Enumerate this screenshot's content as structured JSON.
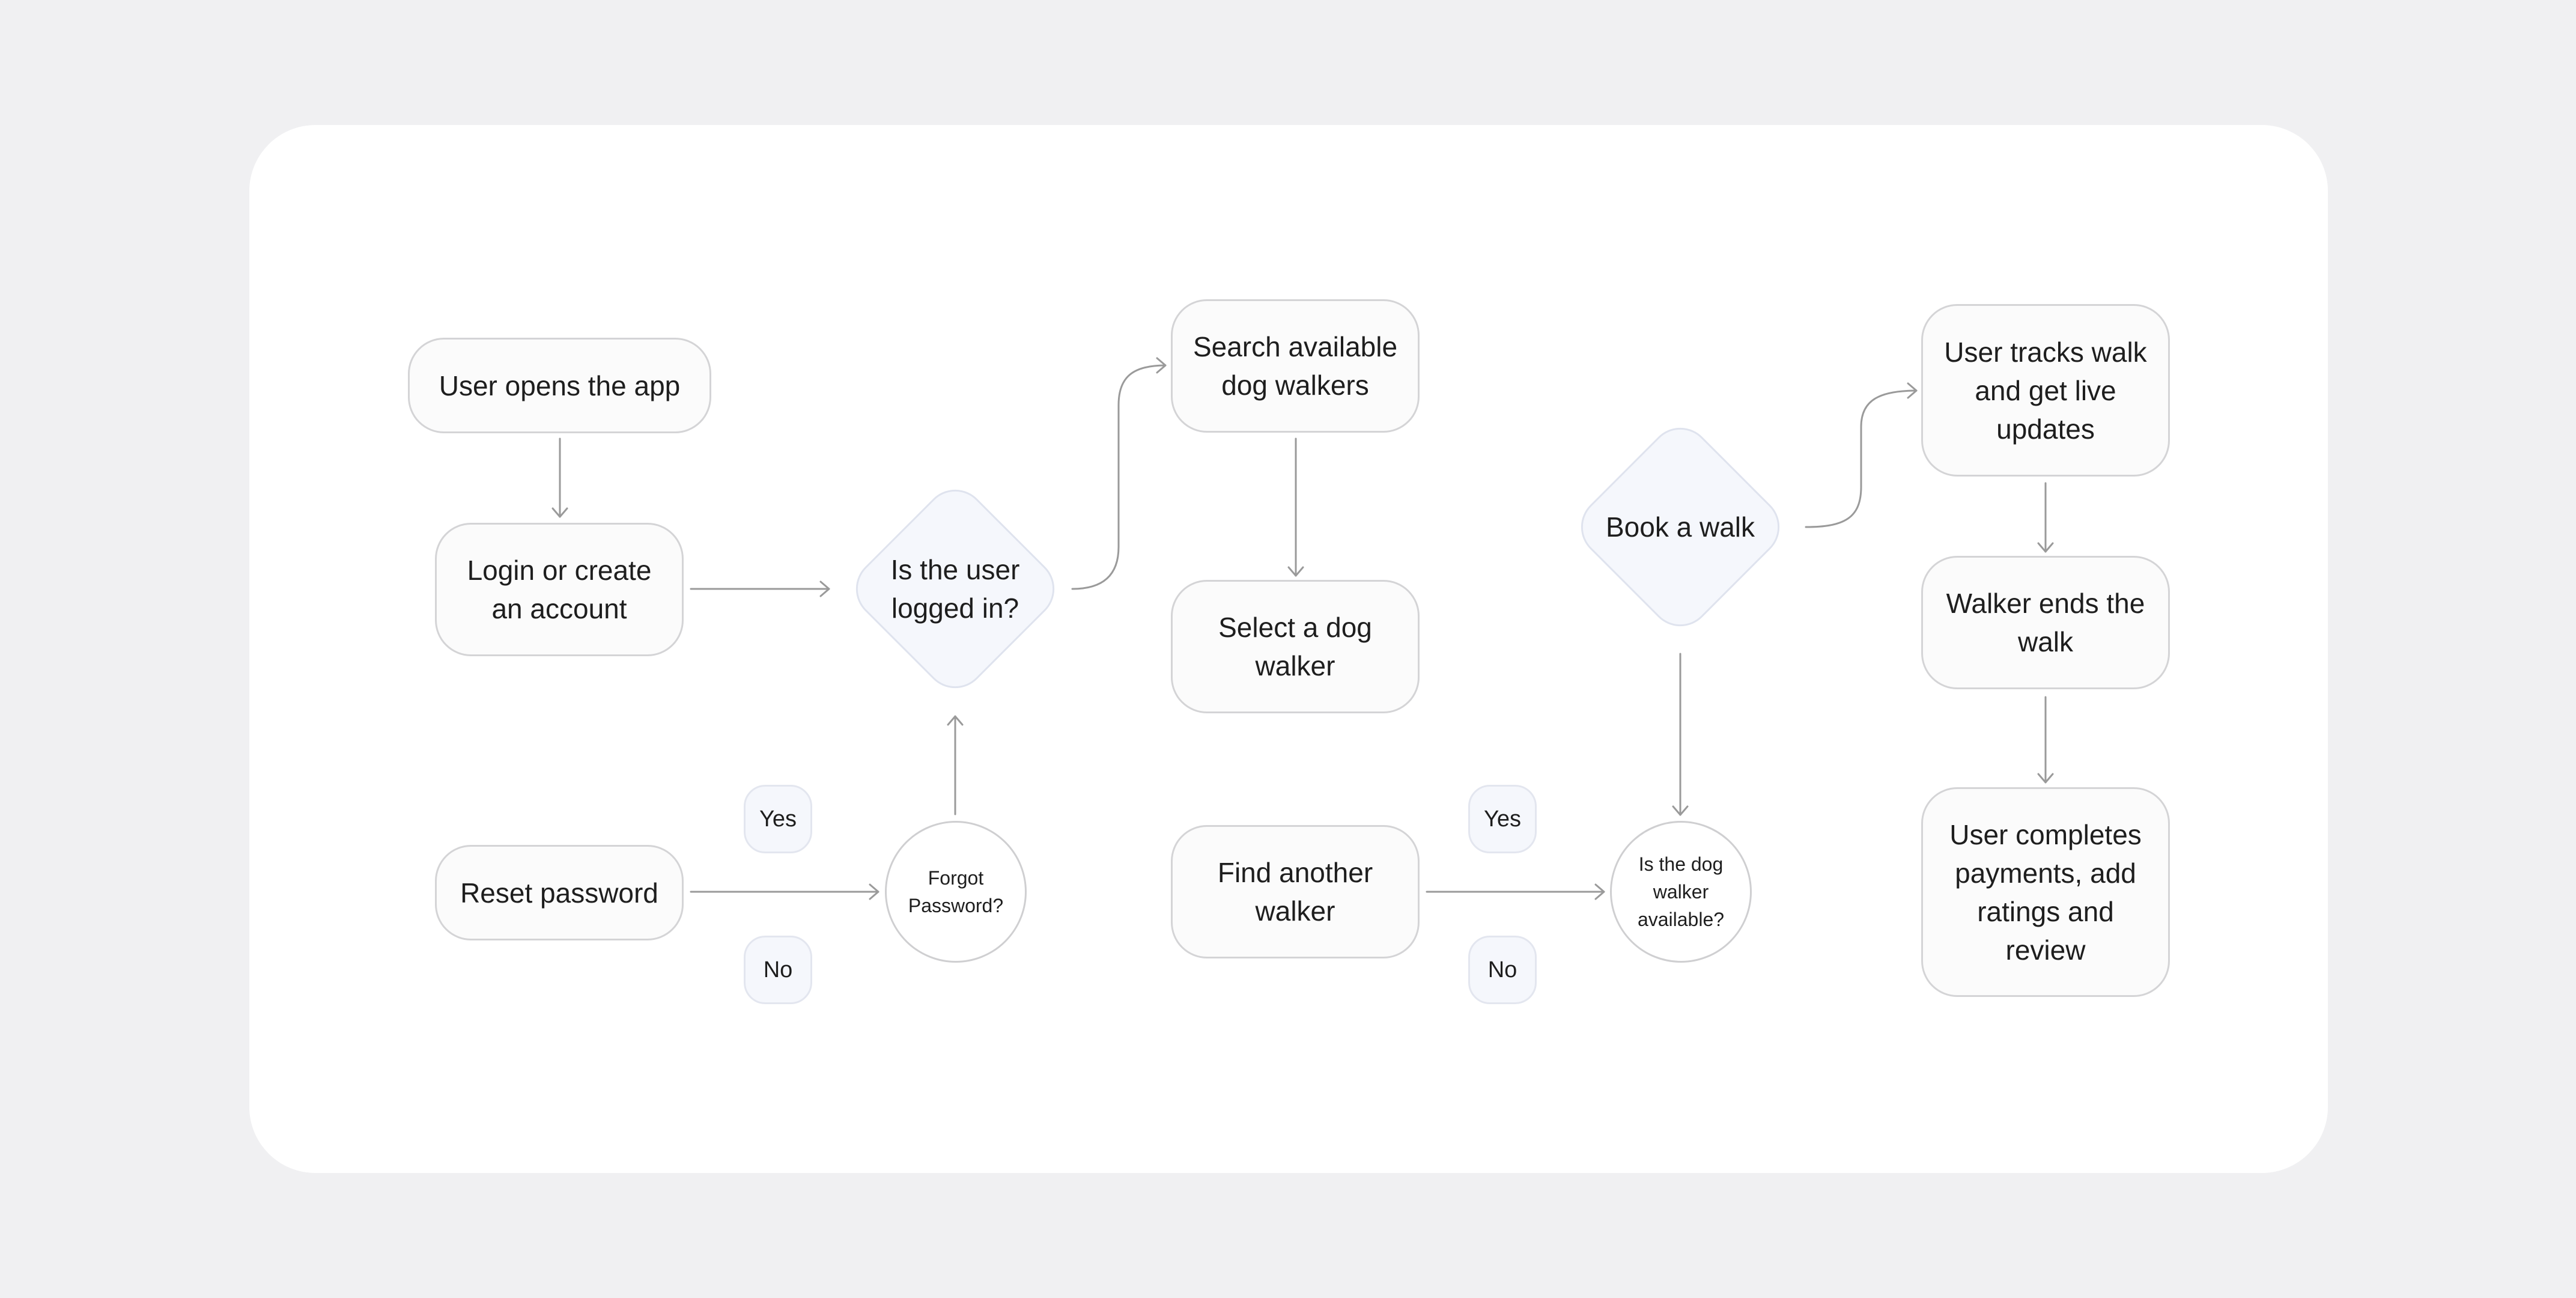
{
  "nodes": {
    "user_opens_app": "User opens the app",
    "login_create_line1": "Login or create",
    "login_create_line2": "an account",
    "is_user_logged_in_line1": "Is the user",
    "is_user_logged_in_line2": "logged in?",
    "search_walkers_line1": "Search available",
    "search_walkers_line2": "dog walkers",
    "select_walker_line1": "Select a dog",
    "select_walker_line2": "walker",
    "book_walk": "Book a walk",
    "tracks_walk_line1": "User tracks walk",
    "tracks_walk_line2": "and get live",
    "tracks_walk_line3": "updates",
    "walker_ends_line1": "Walker ends the",
    "walker_ends_line2": "walk",
    "completes_line1": "User completes",
    "completes_line2": "payments, add",
    "completes_line3": "ratings and",
    "completes_line4": "review",
    "reset_password": "Reset password",
    "forgot_password_line1": "Forgot",
    "forgot_password_line2": "Password?",
    "find_another_line1": "Find another",
    "find_another_line2": "walker",
    "walker_available_line1": "Is the dog",
    "walker_available_line2": "walker",
    "walker_available_line3": "available?"
  },
  "labels": {
    "yes_left": "Yes",
    "no_left": "No",
    "yes_right": "Yes",
    "no_right": "No"
  },
  "colors": {
    "background": "#f0f0f2",
    "card": "#ffffff",
    "node_fill": "#fbfbfb",
    "node_border": "#d4d4d6",
    "decision_fill": "#f5f7fc",
    "connector": "#9a9a9a"
  }
}
